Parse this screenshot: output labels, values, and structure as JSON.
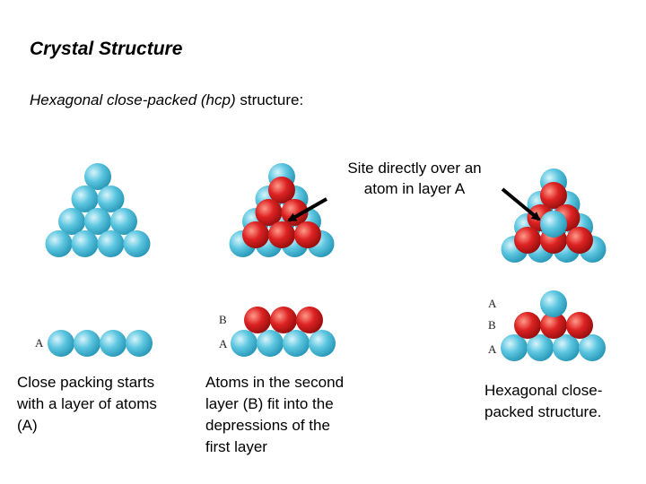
{
  "title": "Crystal Structure",
  "subtitle": {
    "italic_part": "Hexagonal close-packed (hcp)",
    "rest": " structure:"
  },
  "callout": "Site directly over an\natom in layer A",
  "captions": [
    "Close packing starts\nwith a layer of atoms\n(A)",
    "Atoms in the second\nlayer (B) fit into the\ndepressions of the\nfirst layer",
    "Hexagonal close-\npacked structure."
  ],
  "layer_labels": {
    "panel1": [
      "A"
    ],
    "panel2": [
      "B",
      "A"
    ],
    "panel3": [
      "A",
      "B",
      "A"
    ]
  },
  "colors": {
    "layer_a_atom": "#5cc6e0",
    "layer_b_atom": "#dd2222",
    "arrow": "#000000"
  }
}
